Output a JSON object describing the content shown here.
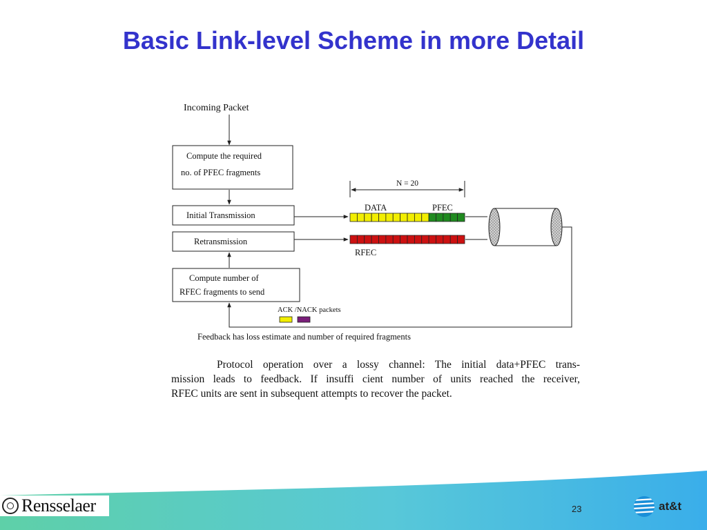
{
  "title": "Basic Link-level Scheme in more Detail",
  "diagram": {
    "incoming_label": "Incoming Packet",
    "compute_pfec_line1": "Compute the required",
    "compute_pfec_line2": "no. of PFEC fragments",
    "initial_transmission": "Initial Transmission",
    "retransmission": "Retransmission",
    "compute_rfec_line1": "Compute number of",
    "compute_rfec_line2": "RFEC fragments to send",
    "n_label": "N = 20",
    "data_label": "DATA",
    "pfec_label": "PFEC",
    "rfec_label": "RFEC",
    "ack_label": "ACK /NACK packets",
    "feedback_label": "Feedback has loss estimate and number of required fragments",
    "data_fragments": 11,
    "pfec_fragments": 5,
    "rfec_fragments": 16,
    "colors": {
      "data": "#f2ee00",
      "pfec": "#1f8a1f",
      "rfec": "#cc1111",
      "ack": "#f2ee00",
      "nack": "#7a1f7a"
    }
  },
  "caption": {
    "line1": "Protocol operation over a lossy channel:  The initial data+PFEC trans-",
    "line2": "mission leads to feedback.  If insuffi cient number of units reached the receiver,",
    "line3": "RFEC units are sent in subsequent attempts to recover the packet."
  },
  "footer": {
    "rensselaer": "Rensselaer",
    "page_number": "23",
    "att": "at&t"
  }
}
